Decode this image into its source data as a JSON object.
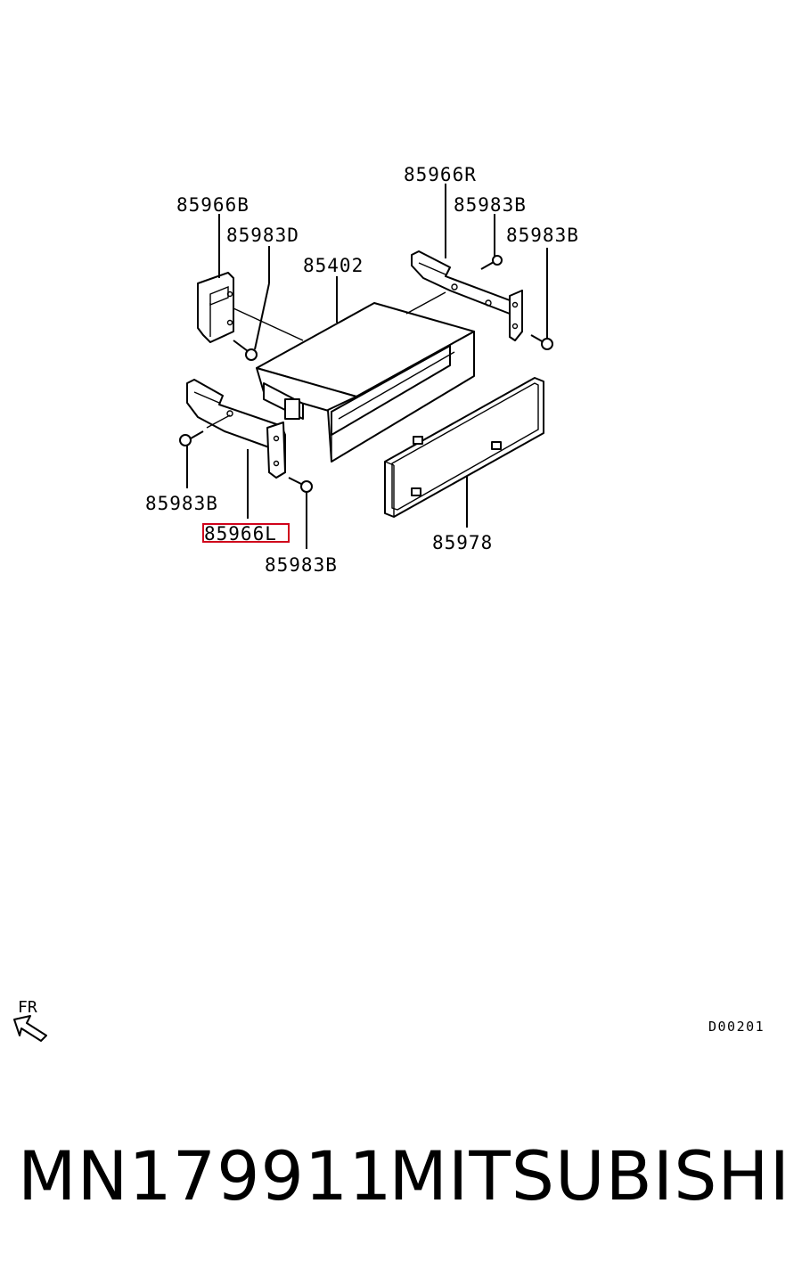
{
  "callouts": {
    "bracket_rh": "85966R",
    "screw_rh_top": "85983B",
    "screw_rh_right": "85983B",
    "bracket_lh_top": "85966B",
    "screw_lh_top": "85983D",
    "pocket": "85402",
    "screw_lh_left": "85983B",
    "bracket_highlighted": "85966L",
    "screw_lh_bottom": "85983B",
    "lid": "85978"
  },
  "direction_label": "FR",
  "diagram_code": "D00201",
  "footer": {
    "part_number": "MN179911",
    "brand": "MITSUBISHI"
  },
  "highlight_color": "#d0021b"
}
